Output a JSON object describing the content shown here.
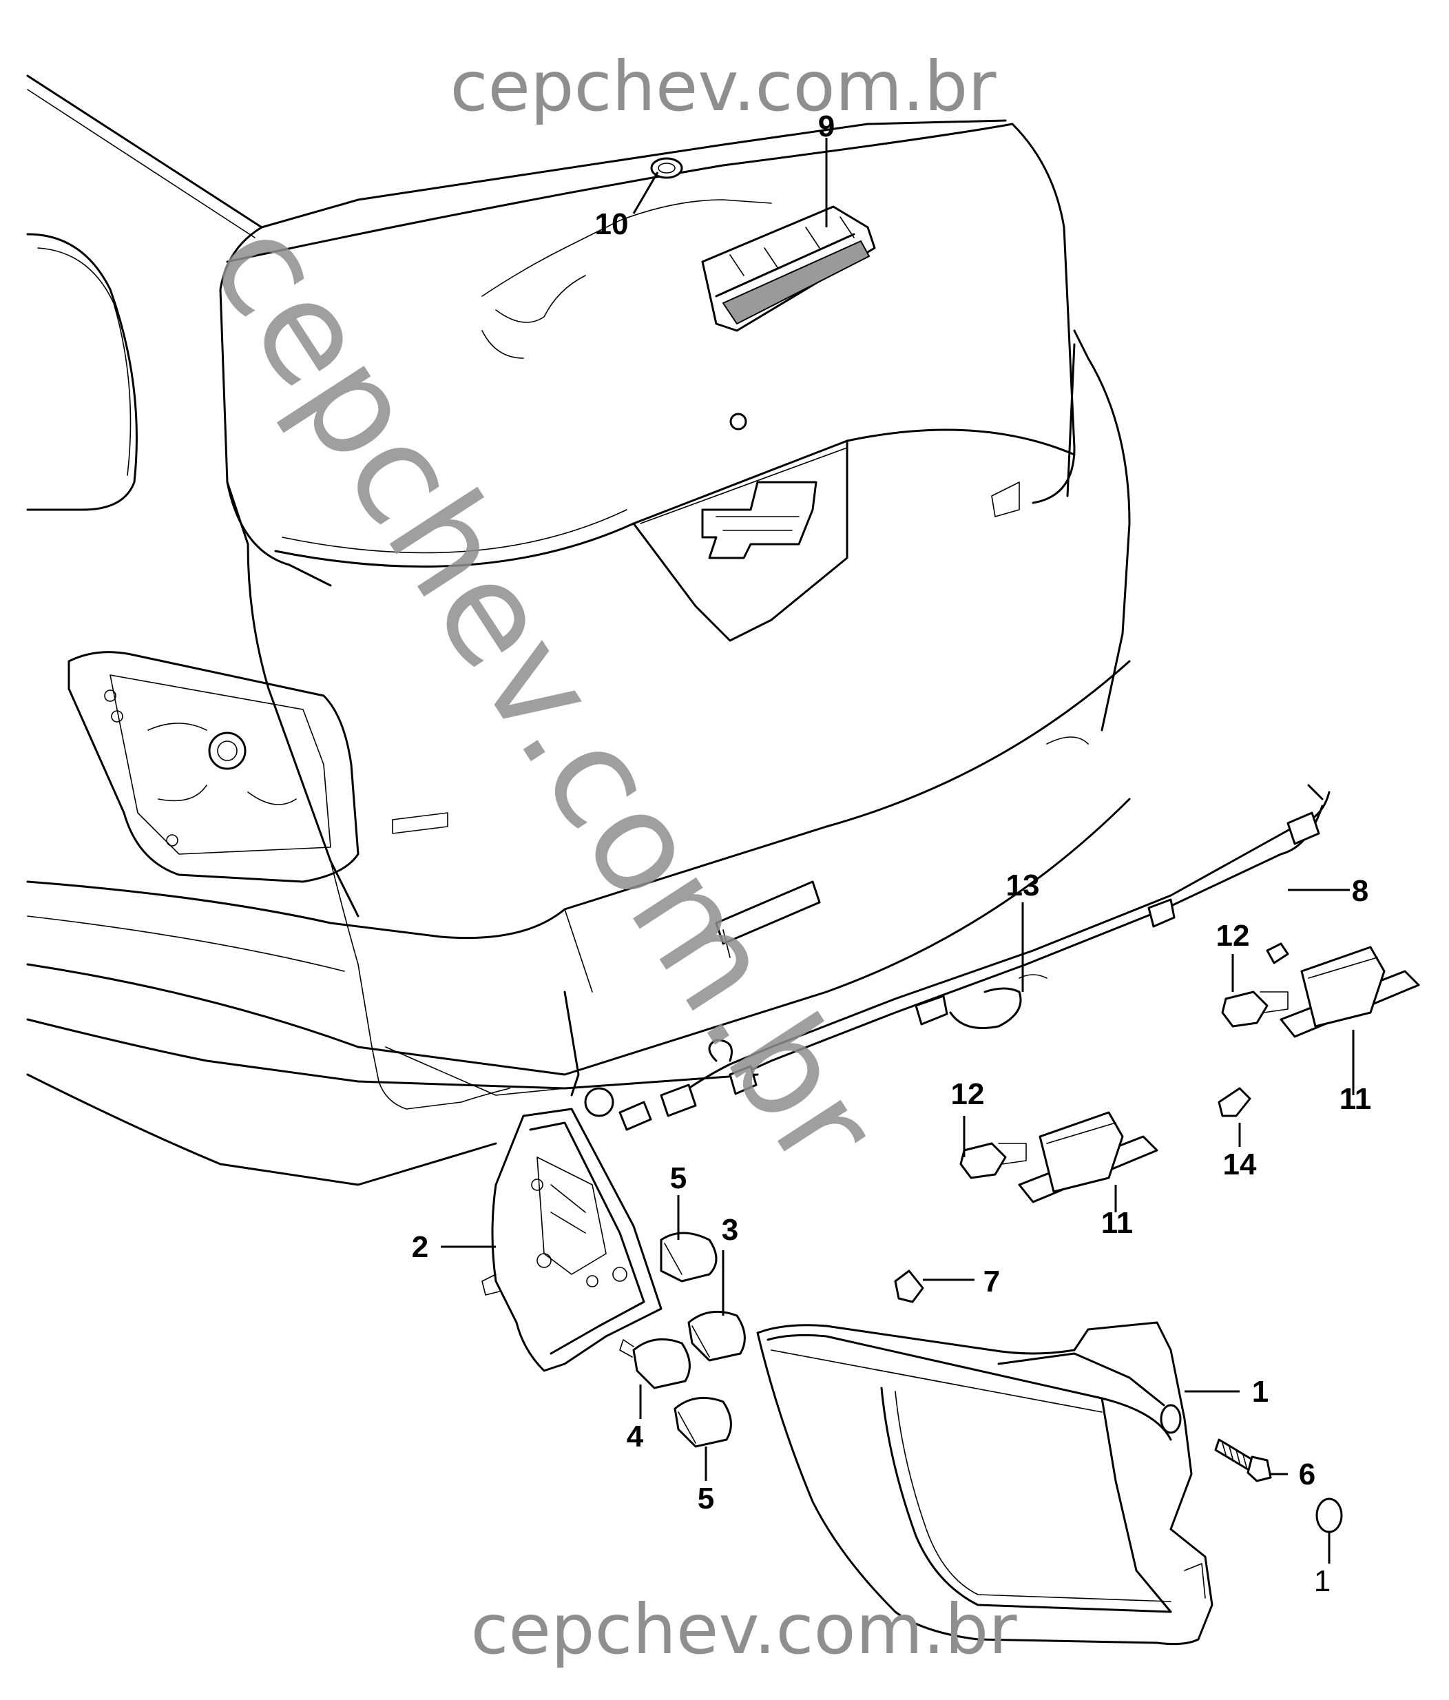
{
  "watermarks": {
    "top": "cepchev.com.br",
    "bottom": "cepchev.com.br",
    "diagonal": "cepchev.com.br"
  },
  "callouts": {
    "c1": "1",
    "c2": "2",
    "c3": "3",
    "c4": "4",
    "c5a": "5",
    "c5b": "5",
    "c6": "6",
    "c7": "7",
    "c8": "8",
    "c9": "9",
    "c10": "10",
    "c11a": "11",
    "c11b": "11",
    "c12a": "12",
    "c12b": "12",
    "c13": "13",
    "c14": "14",
    "c1b": "1"
  },
  "colors": {
    "line": "#000000",
    "watermark": "#8f8f8f",
    "background": "#ffffff"
  }
}
